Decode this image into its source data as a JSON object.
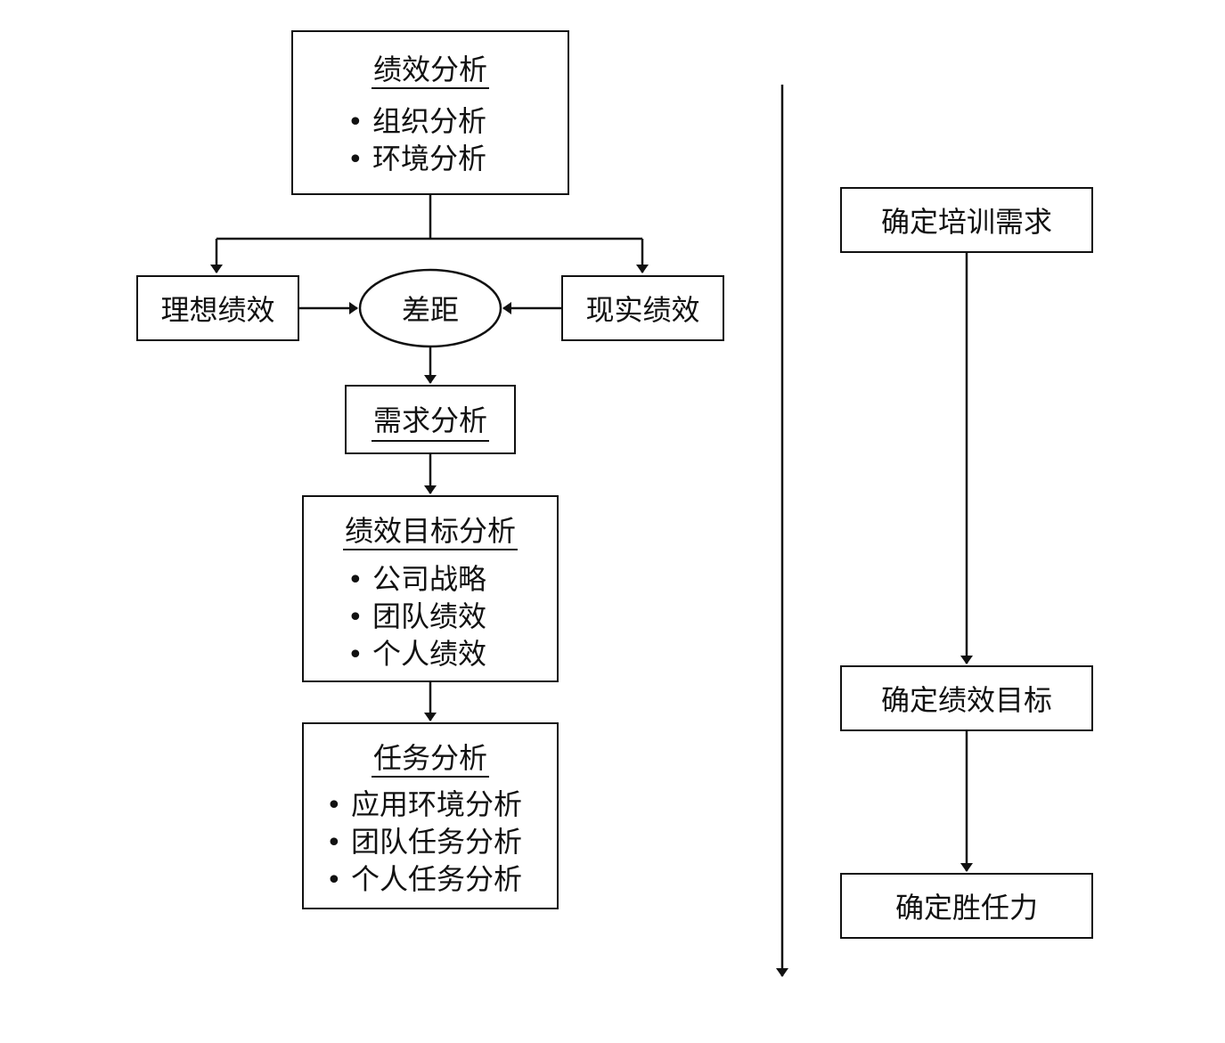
{
  "left": {
    "performance_analysis": {
      "title": "绩效分析",
      "items": [
        "组织分析",
        "环境分析"
      ]
    },
    "ideal_performance": "理想绩效",
    "gap": "差距",
    "actual_performance": "现实绩效",
    "needs_analysis": "需求分析",
    "goal_analysis": {
      "title": "绩效目标分析",
      "items": [
        "公司战略",
        "团队绩效",
        "个人绩效"
      ]
    },
    "task_analysis": {
      "title": "任务分析",
      "items": [
        "应用环境分析",
        "团队任务分析",
        "个人任务分析"
      ]
    }
  },
  "right": {
    "step1": "确定培训需求",
    "step2": "确定绩效目标",
    "step3": "确定胜任力"
  }
}
